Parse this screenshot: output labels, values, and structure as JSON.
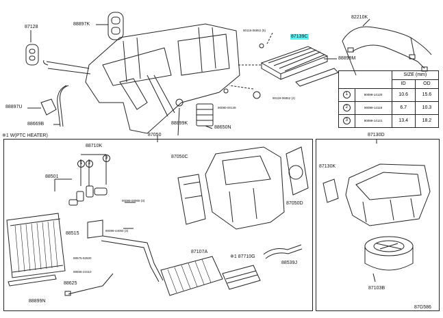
{
  "top_labels": {
    "p87128": "87128",
    "p88897k": "88897K",
    "p90119_06852_5": "90119-06852 (5)",
    "p87139c": "87139C",
    "p82210k": "82210K",
    "p88899m": "88899M",
    "p90119_06852_2": "90119-06852 (2)",
    "p90080_00149": "90080-00149",
    "p88897u": "88897U",
    "p88669b": "88669B",
    "p88899k": "88899K",
    "p88650n": "88650N",
    "p87050": "87050",
    "p87130d": "87130D"
  },
  "size_table": {
    "title": "SIZE (mm)",
    "headers": [
      "ID",
      "OD"
    ],
    "rows": [
      {
        "num": "1",
        "part": "90099-14120",
        "id": "10.6",
        "od": "15.6"
      },
      {
        "num": "2",
        "part": "90099-14119",
        "id": "6.7",
        "od": "10.3"
      },
      {
        "num": "3",
        "part": "90099-14121",
        "id": "13.4",
        "od": "18.2"
      }
    ]
  },
  "left_box": {
    "note": "※1 W(PTC HEATER)",
    "labels": {
      "p88710k": "88710K",
      "c1": "1",
      "c2": "2",
      "c3": "3",
      "p88501": "88501",
      "p90099_00969_3": "90099-00969 (3)",
      "p88515": "88515",
      "p90099_44050_2": "90099-44050 (2)",
      "p88575_82500": "88575-82500",
      "p88568_21010": "88568-21010",
      "p88625": "88625",
      "p88899n": "88899N",
      "p87050c": "87050C",
      "p87050d": "87050D",
      "p87107a": "87107A",
      "p87710g": "※1 87710G",
      "p88539j": "88539J"
    }
  },
  "right_box": {
    "labels": {
      "p87130k": "87130K",
      "p87103b": "87103B"
    }
  },
  "footer_code": "87G586"
}
